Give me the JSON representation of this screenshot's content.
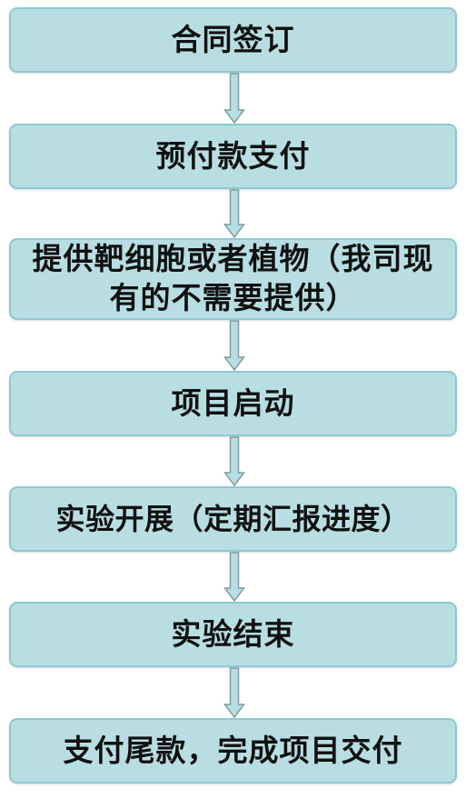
{
  "colors": {
    "box_fill": "#b8dee3",
    "box_border": "#8fc9cf",
    "arrow_fill": "#b8dee3",
    "arrow_stroke": "#7f9ca0"
  },
  "steps": [
    {
      "label": "合同签订"
    },
    {
      "label": "预付款支付"
    },
    {
      "label": "提供靶细胞或者植物（我司现有的不需要提供）"
    },
    {
      "label": "项目启动"
    },
    {
      "label": "实验开展（定期汇报进度）"
    },
    {
      "label": "实验结束"
    },
    {
      "label": "支付尾款，完成项目交付"
    }
  ]
}
